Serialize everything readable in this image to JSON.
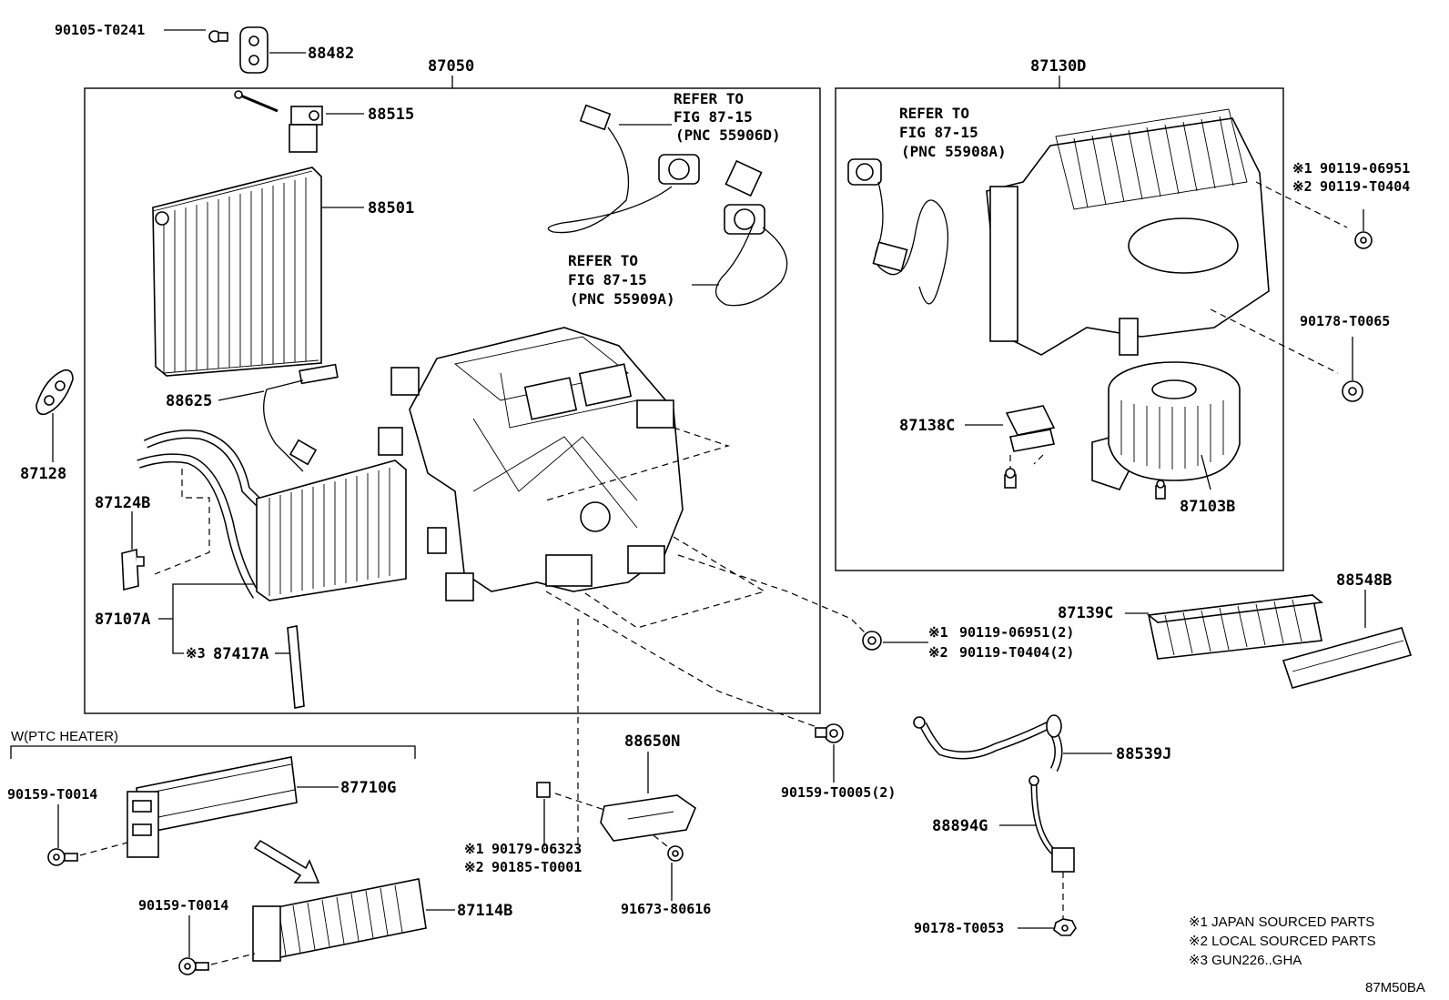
{
  "labels": {
    "p90105": "90105-T0241",
    "p88482": "88482",
    "p87050": "87050",
    "p87130D": "87130D",
    "p88515": "88515",
    "p88501": "88501",
    "p88625": "88625",
    "p87128": "87128",
    "p87124B": "87124B",
    "p87107A": "87107A",
    "p87417A": "87417A",
    "p87138C": "87138C",
    "p87103B": "87103B",
    "p90178_65": "90178-T0065",
    "p90119_a1": "90119-06951",
    "p90119_a2": "90119-T0404",
    "p90119_b1": "90119-06951(2)",
    "p90119_b2": "90119-T0404(2)",
    "p87139C": "87139C",
    "p88548B": "88548B",
    "p90159_5": "90159-T0005(2)",
    "p88650N": "88650N",
    "p90179": "90179-06323",
    "p90185": "90185-T0001",
    "p91673": "91673-80616",
    "p88539J": "88539J",
    "p88894G": "88894G",
    "p90178_53": "90178-T0053",
    "p87710G": "87710G",
    "p87114B": "87114B",
    "p90159_14a": "90159-T0014",
    "p90159_14b": "90159-T0014"
  },
  "marks": {
    "m1": "※1",
    "m2": "※2",
    "m3": "※3"
  },
  "refs": {
    "r1_a": "REFER TO",
    "r1_b": "FIG 87-15",
    "r1_c": "(PNC 55906D)",
    "r2_a": "REFER TO",
    "r2_b": "FIG 87-15",
    "r2_c": "(PNC 55909A)",
    "r3_a": "REFER TO",
    "r3_b": "FIG 87-15",
    "r3_c": "(PNC 55908A)"
  },
  "section_label": "W(PTC HEATER)",
  "notes": [
    "※1 JAPAN SOURCED PARTS",
    "※2 LOCAL SOURCED PARTS",
    "※3 GUN226..GHA"
  ],
  "diagram_code": "87M50BA"
}
